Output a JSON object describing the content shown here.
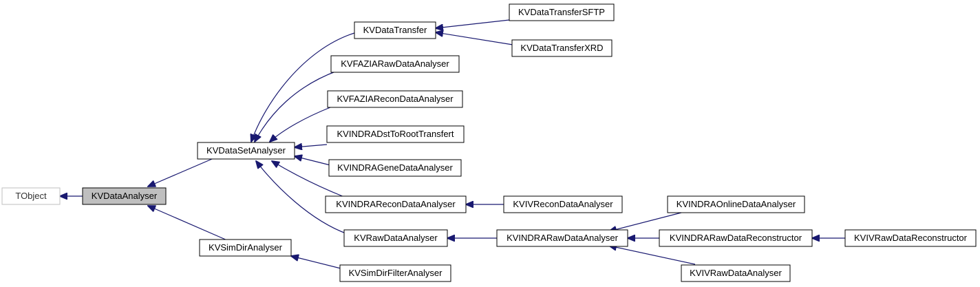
{
  "nodes": {
    "tobject": "TObject",
    "kvdataanalyser": "KVDataAnalyser",
    "kvdatasetanalyser": "KVDataSetAnalyser",
    "kvsimdiranalyser": "KVSimDirAnalyser",
    "kvdatatransfer": "KVDataTransfer",
    "kvfaziarawdataanalyser": "KVFAZIARawDataAnalyser",
    "kvfaziarecondataanalyser": "KVFAZIAReconDataAnalyser",
    "kvindradsttoroottransfert": "KVINDRADstToRootTransfert",
    "kvindragenedataanalyser": "KVINDRAGeneDataAnalyser",
    "kvindrarecondataanalyser": "KVINDRAReconDataAnalyser",
    "kvrawdataanalyser": "KVRawDataAnalyser",
    "kvsimdirfilteranalyser": "KVSimDirFilterAnalyser",
    "kvdatatransfersftp": "KVDataTransferSFTP",
    "kvdatatransferxrd": "KVDataTransferXRD",
    "kvivrecondataanalyser": "KVIVReconDataAnalyser",
    "kvindrarawdataanalyser": "KVINDRARawDataAnalyser",
    "kvindraonlinedataanalyser": "KVINDRAOnlineDataAnalyser",
    "kvindrarawdatareconstructor": "KVINDRARawDataReconstructor",
    "kvivrawdataanalyser": "KVIVRawDataAnalyser",
    "kvivrawdatareconstructor": "KVIVRawDataReconstructor"
  },
  "colors": {
    "edge": "#191970",
    "node_border": "#000000",
    "muted_border": "#bfbfbf",
    "current_fill": "#bfbfbf",
    "background": "#ffffff"
  }
}
